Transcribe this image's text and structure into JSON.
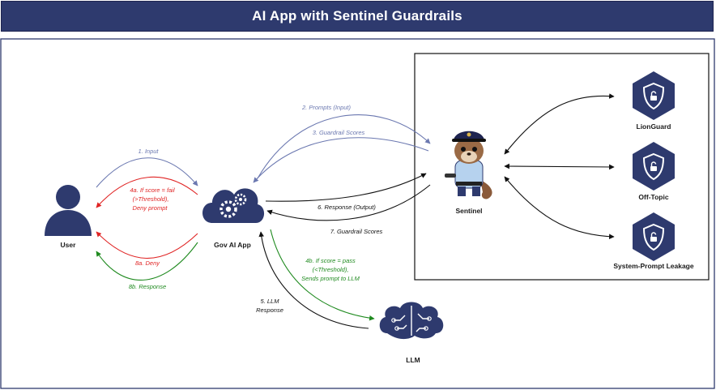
{
  "title": "AI App with Sentinel Guardrails",
  "nodes": {
    "user": "User",
    "gov_app": "Gov AI App",
    "sentinel": "Sentinel",
    "llm": "LLM",
    "lionguard": "LionGuard",
    "off_topic": "Off-Topic",
    "system_prompt_leakage": "System-Prompt Leakage"
  },
  "flows": {
    "input": "1. Input",
    "prompts": "2. Prompts (Input)",
    "guardrail_scores_3": "3. Guardrail Scores",
    "fail_line1": "4a. If score = fail",
    "fail_line2": "(>Threshold),",
    "fail_line3": "Deny prompt",
    "pass_line1": "4b. If score = pass",
    "pass_line2": "(<Threshold),",
    "pass_line3": "Sends prompt to LLM",
    "llm_resp_line1": "5. LLM",
    "llm_resp_line2": "Response",
    "response_output": "6. Response (Output)",
    "guardrail_scores_7": "7. Guardrail Scores",
    "deny": "8a. Deny",
    "response_8b": "8b. Response"
  },
  "colors": {
    "navy": "#2e3a6e",
    "blue_arrow": "#6b78b0",
    "red_arrow": "#e02424",
    "green_arrow": "#1f8a1f",
    "black_arrow": "#111111"
  }
}
